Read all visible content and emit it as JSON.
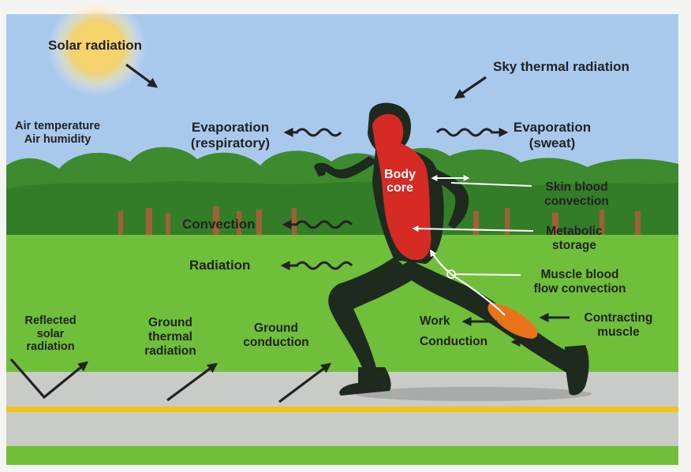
{
  "labels": {
    "solar_radiation": "Solar radiation",
    "sky_thermal_radiation": "Sky thermal radiation",
    "air_temperature": "Air temperature",
    "air_humidity": "Air humidity",
    "evaporation_respiratory_1": "Evaporation",
    "evaporation_respiratory_2": "(respiratory)",
    "evaporation_sweat_1": "Evaporation",
    "evaporation_sweat_2": "(sweat)",
    "body_core_1": "Body",
    "body_core_2": "core",
    "skin_blood_convection_1": "Skin blood",
    "skin_blood_convection_2": "convection",
    "convection": "Convection",
    "metabolic_storage_1": "Metabolic",
    "metabolic_storage_2": "storage",
    "radiation": "Radiation",
    "muscle_blood_flow_1": "Muscle blood",
    "muscle_blood_flow_2": "flow convection",
    "reflected_solar_1": "Reflected",
    "reflected_solar_2": "solar",
    "reflected_solar_3": "radiation",
    "ground_thermal_1": "Ground",
    "ground_thermal_2": "thermal",
    "ground_thermal_3": "radiation",
    "ground_conduction_1": "Ground",
    "ground_conduction_2": "conduction",
    "work": "Work",
    "contracting_muscle_1": "Contracting",
    "contracting_muscle_2": "muscle",
    "conduction": "Conduction"
  },
  "colors": {
    "sky": "#a9c9ec",
    "trees": "#3e8a2e",
    "grass": "#6fbf3a",
    "road": "#c9cbc7",
    "road_line": "#f0c419",
    "sun": "#f6d36b",
    "body_core": "#d62a24",
    "runner": "#1e2a1e",
    "muscle": "#e8731a",
    "text": "#222222"
  }
}
